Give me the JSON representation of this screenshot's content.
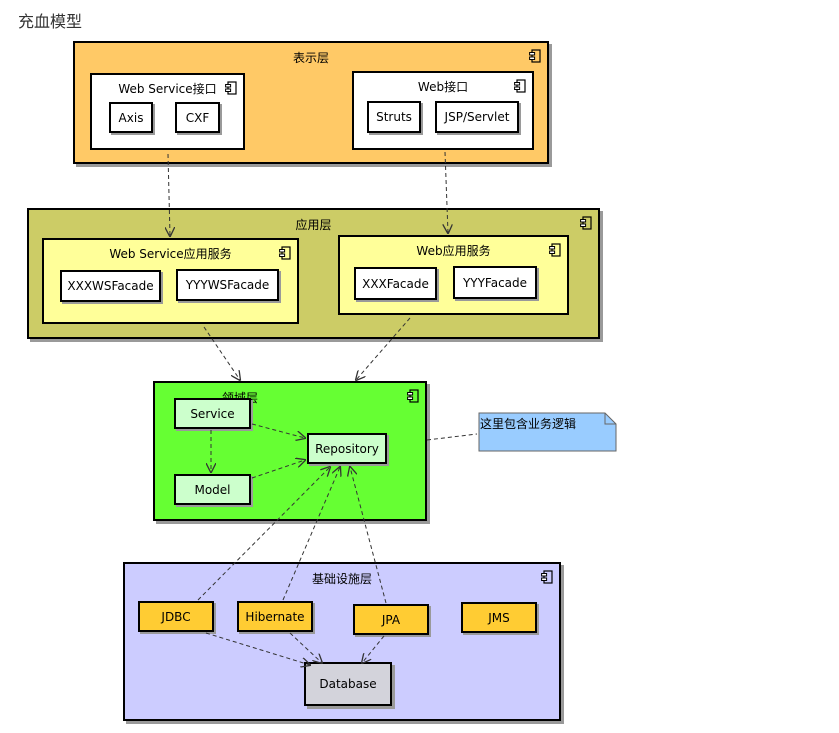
{
  "title": "充血模型",
  "colors": {
    "presentation": "#FFC966",
    "application": "#CCCC66",
    "group": "#FFFF99",
    "domain": "#66FF33",
    "domain_item": "#CCFFCC",
    "infrastructure": "#CCCCFF",
    "infra_item": "#FFCC33",
    "database": "#D3D3DB",
    "note": "#99CCFF"
  },
  "presentation": {
    "label": "表示层",
    "webservice": {
      "label": "Web Service接口",
      "items": [
        "Axis",
        "CXF"
      ]
    },
    "web": {
      "label": "Web接口",
      "items": [
        "Struts",
        "JSP/Servlet"
      ]
    }
  },
  "application": {
    "label": "应用层",
    "webservice": {
      "label": "Web Service应用服务",
      "items": [
        "XXXWSFacade",
        "YYYWSFacade"
      ]
    },
    "web": {
      "label": "Web应用服务",
      "items": [
        "XXXFacade",
        "YYYFacade"
      ]
    }
  },
  "domain": {
    "label": "领域层",
    "service": "Service",
    "model": "Model",
    "repository": "Repository"
  },
  "note": "这里包含业务逻辑",
  "infrastructure": {
    "label": "基础设施层",
    "jdbc": "JDBC",
    "hibernate": "Hibernate",
    "jpa": "JPA",
    "jms": "JMS",
    "database": "Database"
  }
}
